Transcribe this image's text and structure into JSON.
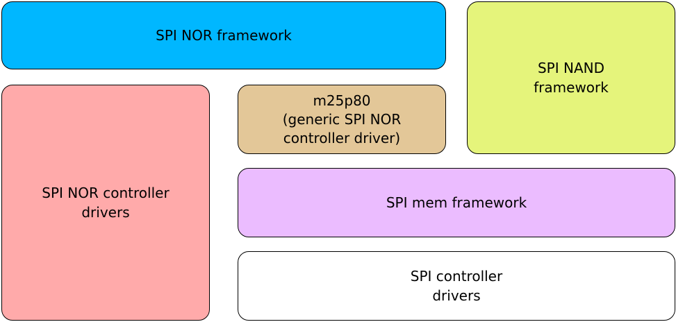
{
  "colors": {
    "spi_nor_framework": "#00b7ff",
    "spi_nand_framework": "#e5f47b",
    "spi_nor_controller_drivers": "#ffaaaa",
    "m25p80": "#e3c798",
    "spi_mem_framework": "#ebbcff",
    "spi_controller_drivers": "#ffffff"
  },
  "blocks": {
    "spi_nor_framework": {
      "lines": [
        "SPI NOR framework"
      ]
    },
    "spi_nand_framework": {
      "lines": [
        "SPI NAND",
        "framework"
      ]
    },
    "spi_nor_controller_drivers": {
      "lines": [
        "SPI NOR controller",
        "drivers"
      ]
    },
    "m25p80": {
      "lines": [
        "m25p80",
        "(generic SPI NOR",
        "controller driver)"
      ]
    },
    "spi_mem_framework": {
      "lines": [
        "SPI mem framework"
      ]
    },
    "spi_controller_drivers": {
      "lines": [
        "SPI controller",
        "drivers"
      ]
    }
  }
}
